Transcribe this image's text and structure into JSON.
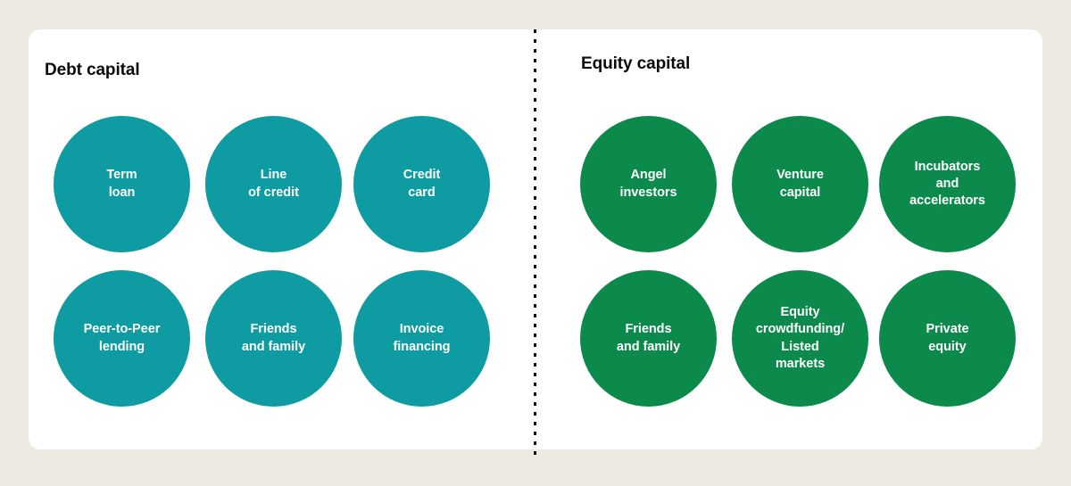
{
  "background_color": "#EDEBE1",
  "card_color": "#FFFFFF",
  "divider": {
    "style": "dotted",
    "color": "#111111"
  },
  "panels": [
    {
      "id": "debt",
      "title": "Debt capital",
      "accent_color": "#0E9BA1",
      "items": [
        {
          "label": "Term\nloan"
        },
        {
          "label": "Line\nof credit"
        },
        {
          "label": "Credit\ncard"
        },
        {
          "label": "Peer-to-Peer\nlending"
        },
        {
          "label": "Friends\nand family"
        },
        {
          "label": "Invoice\nfinancing"
        }
      ]
    },
    {
      "id": "equity",
      "title": "Equity capital",
      "accent_color": "#0B8A4B",
      "items": [
        {
          "label": "Angel\ninvestors"
        },
        {
          "label": "Venture\ncapital"
        },
        {
          "label": "Incubators\nand\naccelerators"
        },
        {
          "label": "Friends\nand family"
        },
        {
          "label": "Equity\ncrowdfunding/\nListed\nmarkets"
        },
        {
          "label": "Private\nequity"
        }
      ]
    }
  ]
}
